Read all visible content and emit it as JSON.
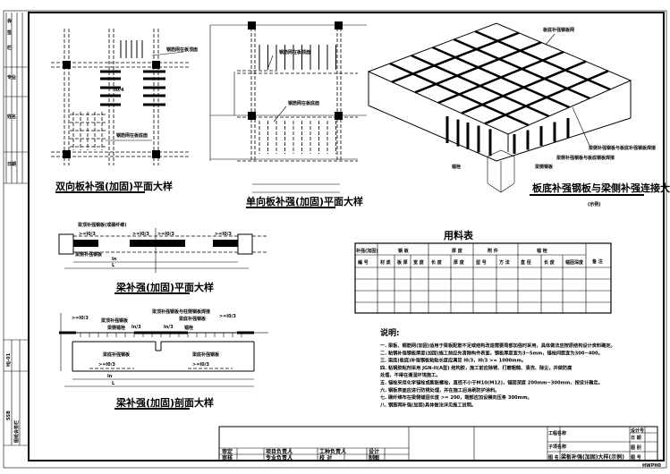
{
  "drawings": {
    "two_way_slab": {
      "title": "双向板补强(加固)平面大样",
      "callout_top": "钢筋网在板顶面",
      "callout_bottom": "钢筋网在板底面",
      "dim": "l0/4"
    },
    "one_way_slab": {
      "title": "单向板补强(加固)平面大样",
      "callout_top": "钢筋网在板顶面",
      "callout_bottom": "钢筋网在板底面"
    },
    "slab_beam_connection": {
      "title": "板底补强钢板与梁侧补强连接大样",
      "subtitle": "(示例)",
      "callout_mesh": "板底补强钢板网",
      "callout_1": "梁侧补强钢板与板底补强钢板焊接",
      "callout_2": "梁侧补强钢板与板底钢板焊接",
      "callout_bolt": "锚栓",
      "callout_plate": "梁侧钢板"
    },
    "beam_plan": {
      "title": "梁补强(加固)平面大样",
      "callout_top": "梁顶补强钢板(或碳纤维)",
      "callout_side": "梁侧补强钢板",
      "dims": [
        ">=l0/3",
        ">=l0/3",
        ">=l0/3",
        ">=l0/3"
      ],
      "span_label": "L",
      "net_label": "ln"
    },
    "beam_section": {
      "title": "梁补强(加固)剖面大样",
      "callout_1": "梁顶补强钢板",
      "callout_2": "梁侧锚栓",
      "callout_3": "梁顶补强钢板与柱侧钢板焊接",
      "callout_4": "梁底补强钢板",
      "callout_5": "锚栓",
      "callout_6": "梁底补强钢板",
      "callout_7": "梁底补强钢板",
      "dims": [
        ">=l0/3",
        "ln/3",
        "ln/3",
        ">=l0/3",
        ">=l0/3",
        ">=l0/3"
      ],
      "span_label": "L",
      "net_label": "ln"
    }
  },
  "material_table": {
    "title": "用料表",
    "header_row1": [
      "补强(加固)",
      "钢 板",
      "厚 度",
      "附 件",
      "锚 栓",
      "备 注"
    ],
    "header_row2": [
      "编 号",
      "材 质",
      "板 厚",
      "宽 度",
      "长 度",
      "厚 度",
      "型 号",
      "方 法",
      "直 径",
      "长 度",
      "锚固深度"
    ],
    "rows": [
      [
        "",
        "",
        "",
        "",
        "",
        "",
        "",
        "",
        "",
        "",
        "",
        ""
      ],
      [
        "",
        "",
        "",
        "",
        "",
        "",
        "",
        "",
        "",
        "",
        "",
        ""
      ],
      [
        "",
        "",
        "",
        "",
        "",
        "",
        "",
        "",
        "",
        "",
        "",
        ""
      ],
      [
        "",
        "",
        "",
        "",
        "",
        "",
        "",
        "",
        "",
        "",
        "",
        ""
      ]
    ]
  },
  "notes": {
    "heading": "说明:",
    "items": [
      "一. 梁板、钢筋网(加固)适用于梁板配筋不足或结构改造需要局部加强时采用，具体做法应按原结构设计资料确定。",
      "二. 粘钢补强钢板厚度(加固)施工前应先清除构件表面，钢板厚度宜为3~5mm，锚栓间距宜为300~400。",
      "三. 梁底(板底)补强钢板粘贴长度应满足 l0/3，l0/3 >= 1000mm。",
      "四. 粘钢胶粘剂采用 JGN-II(A型) 结构胶，施工前应除锈、打磨粗糙、清洗、除尘，并做防腐",
      "    处理，不得在潮湿环境施工。",
      "五. 锚栓采用化学锚栓或膨胀螺栓，直径不小于M10(M12)，锚固深度 200mm~300mm，按设计确定。",
      "六. 钢板表面应进行防锈处理，并在施工后涂刷防护涂料。",
      "七. 碳纤维布在梁侧锚固长度 >= 200，端部应加设横向压条 300mm。",
      "八. 钢筋网补强(加固)具体做法详见施工说明。"
    ]
  },
  "title_block": {
    "sign_labels": [
      "审定",
      "审核",
      "项目负责人",
      "专业负责人",
      "工种负责人",
      "校 对",
      "设计",
      "制图"
    ],
    "project_label": "工程名称",
    "subproject_label": "子项名称",
    "drawing_label": "图 名",
    "drawing_name": "梁板补强(加固)大样(示例)",
    "design_no_label": "设计号",
    "date_label": "日 期",
    "sheet_label": "图 别",
    "drawing_no_label": "图 号",
    "footer": "HWPH0"
  },
  "left_strip": {
    "labels": [
      "会",
      "签",
      "栏",
      "专业",
      "姓名",
      "日期"
    ],
    "bottom": "图纸会签栏",
    "code": "SSB",
    "ref": "HJ-01"
  }
}
